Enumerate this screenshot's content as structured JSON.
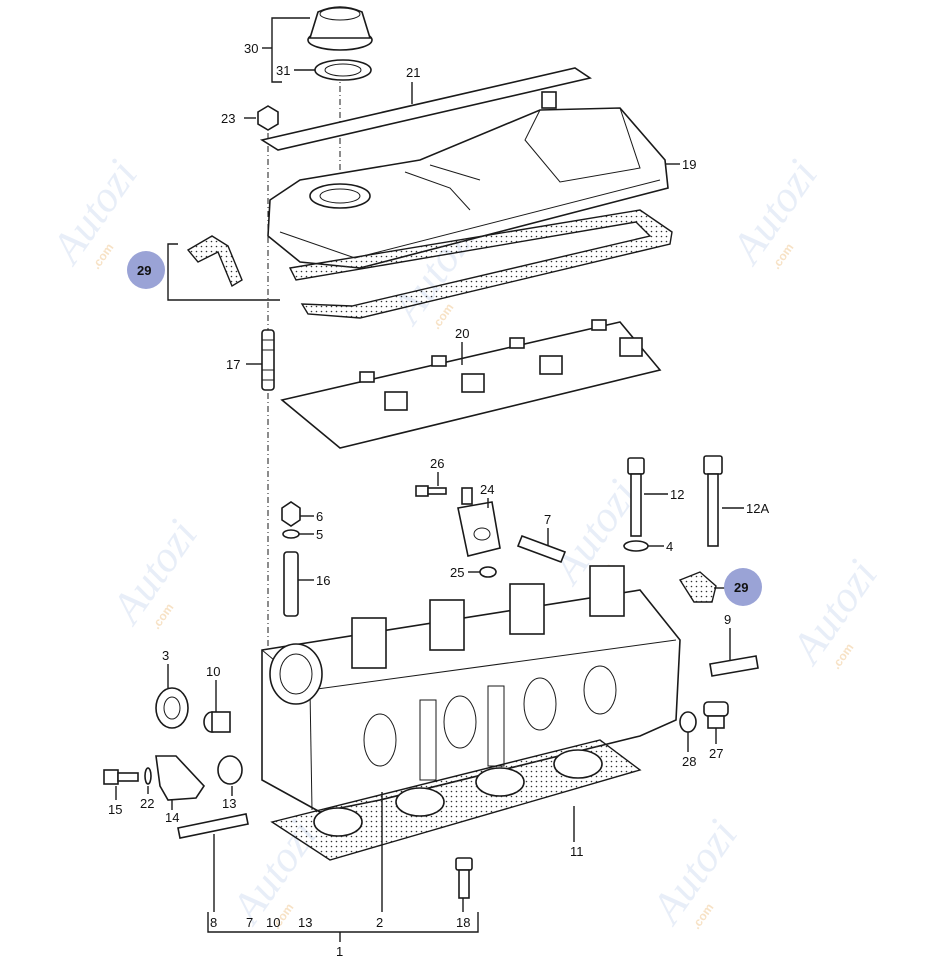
{
  "watermark": {
    "brand": "Autozi",
    "suffix": ".com"
  },
  "callouts": {
    "c30": "30",
    "c31": "31",
    "c21": "21",
    "c23": "23",
    "c19": "19",
    "c29a": "29",
    "c20": "20",
    "c17": "17",
    "c26": "26",
    "c24": "24",
    "c12": "12",
    "c12a": "12A",
    "c6": "6",
    "c5": "5",
    "c7": "7",
    "c4": "4",
    "c16": "16",
    "c25": "25",
    "c29b": "29",
    "c9": "9",
    "c3": "3",
    "c10": "10",
    "c28": "28",
    "c27": "27",
    "c15": "15",
    "c22": "22",
    "c14": "14",
    "c13": "13",
    "c11": "11",
    "c18": "18",
    "c2": "2",
    "c1": "1"
  },
  "bottom_group": {
    "items": [
      "8",
      "7",
      "10",
      "13",
      "2",
      "18"
    ]
  },
  "colors": {
    "highlight": "#9aa3d6",
    "ink": "#1a1a1a"
  }
}
